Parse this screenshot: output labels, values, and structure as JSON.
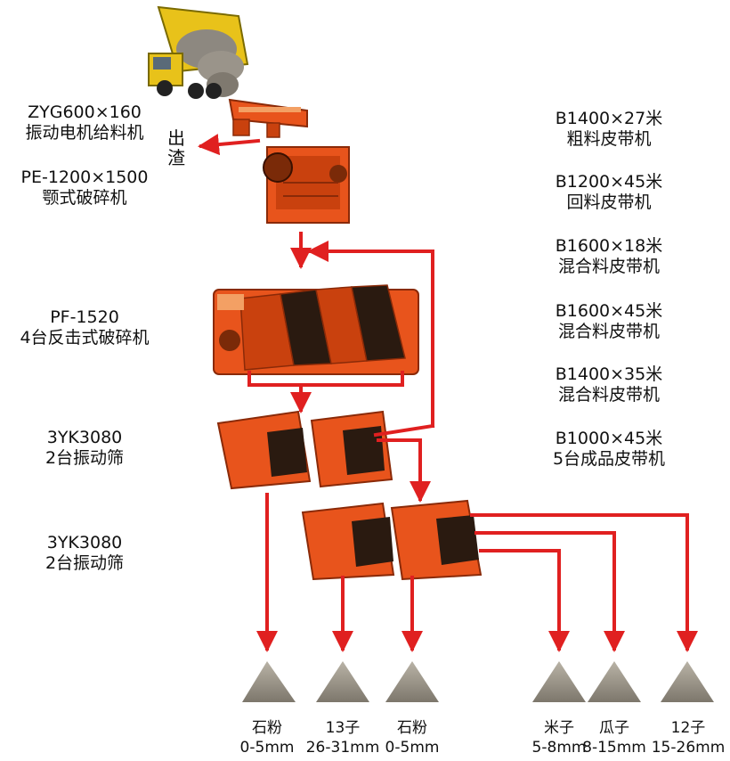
{
  "left_labels": [
    {
      "line1": "ZYG600×160",
      "line2": "振动电机给料机"
    },
    {
      "line1": "PE-1200×1500",
      "line2": "颚式破碎机"
    },
    {
      "line1": "PF-1520",
      "line2": "4台反击式破碎机"
    },
    {
      "line1": "3YK3080",
      "line2": "2台振动筛"
    },
    {
      "line1": "3YK3080",
      "line2": "2台振动筛"
    }
  ],
  "waste_label": {
    "line1": "出",
    "line2": "渣"
  },
  "right_labels": [
    {
      "line1": "B1400×27米",
      "line2": "粗料皮带机"
    },
    {
      "line1": "B1200×45米",
      "line2": "回料皮带机"
    },
    {
      "line1": "B1600×18米",
      "line2": "混合料皮带机"
    },
    {
      "line1": "B1600×45米",
      "line2": "混合料皮带机"
    },
    {
      "line1": "B1400×35米",
      "line2": "混合料皮带机"
    },
    {
      "line1": "B1000×45米",
      "line2": "5台成品皮带机"
    }
  ],
  "products": [
    {
      "name": "石粉",
      "size": "0-5mm"
    },
    {
      "name": "13子",
      "size": "26-31mm"
    },
    {
      "name": "石粉",
      "size": "0-5mm"
    },
    {
      "name": "米子",
      "size": "5-8mm"
    },
    {
      "name": "瓜子",
      "size": "8-15mm"
    },
    {
      "name": "12子",
      "size": "15-26mm"
    }
  ],
  "colors": {
    "flow": "#e02020",
    "machine": "#e8541c",
    "machine_dark": "#8a2a08",
    "pile": "#9a9386"
  }
}
